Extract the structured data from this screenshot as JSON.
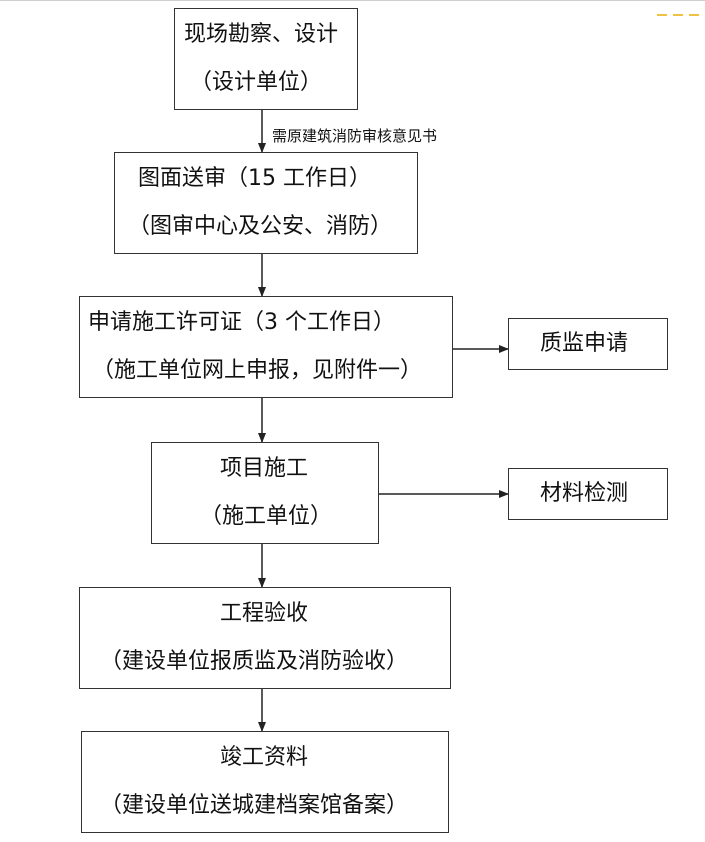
{
  "steps": [
    {
      "line1": "现场勘察、设计",
      "line2": "（设计单位）"
    },
    {
      "line1": "图面送审（15 工作日）",
      "line2": "（图审中心及公安、消防）"
    },
    {
      "line1": "申请施工许可证（3 个工作日）",
      "line2": "（施工单位网上申报，见附件一）"
    },
    {
      "line1": "项目施工",
      "line2": "（施工单位）"
    },
    {
      "line1": "工程验收",
      "line2": "（建设单位报质监及消防验收）"
    },
    {
      "line1": "竣工资料",
      "line2": "（建设单位送城建档案馆备案）"
    }
  ],
  "side_steps": {
    "quality_application": "质监申请",
    "material_testing": "材料检测"
  },
  "edge_labels": {
    "fire_review_note": "需原建筑消防审核意见书"
  }
}
